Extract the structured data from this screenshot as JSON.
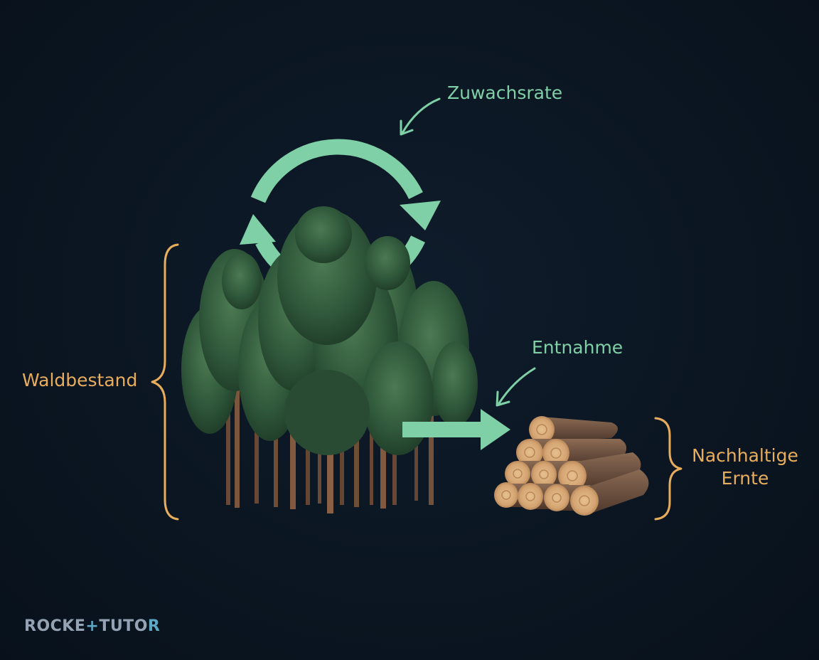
{
  "labels": {
    "growth_rate": "Zuwachsrate",
    "removal": "Entnahme",
    "forest_stock": "Waldbestand",
    "sustainable_harvest_line1": "Nachhaltige",
    "sustainable_harvest_line2": "Ernte"
  },
  "logo": {
    "part1": "ROCKE",
    "part2": "+",
    "part3": "TUTO",
    "part4": "R"
  },
  "icons": {
    "cycle": "circular-growth-arrow-icon",
    "harvest": "right-arrow-icon",
    "trees": "pine-forest-icon",
    "logs": "log-pile-icon"
  },
  "colors": {
    "background": "#0b1622",
    "green_accent": "#7fd0a6",
    "orange_accent": "#e8ad5c"
  }
}
